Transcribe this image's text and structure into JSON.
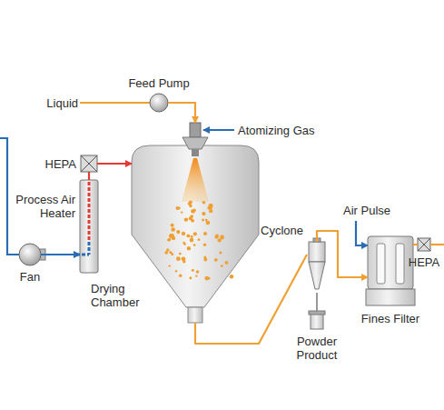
{
  "diagram": {
    "nodes": [
      {
        "text": [
          "Feed Pump"
        ]
      },
      {
        "text": [
          "HEPA"
        ]
      },
      {
        "text": [
          "Process Air Heater"
        ]
      },
      {
        "text": [
          "Fan"
        ]
      },
      {
        "text": [
          "Drying Chamber"
        ]
      },
      {
        "text": [
          "Cyclone"
        ]
      },
      {
        "text": [
          "Powder Product"
        ]
      },
      {
        "text": [
          "Fines Filter"
        ]
      },
      {
        "text": [
          "HEPA"
        ]
      }
    ],
    "edges": [
      {
        "from": 0,
        "to": 4,
        "arrow": "to"
      },
      {
        "from": 3,
        "to": 2,
        "arrow": "to"
      },
      {
        "from": 2,
        "to": 1,
        "arrow": "none"
      },
      {
        "from": 1,
        "to": 4,
        "arrow": "to"
      },
      {
        "from": 4,
        "to": 5,
        "arrow": "none"
      },
      {
        "from": 5,
        "to": 7,
        "arrow": "to"
      },
      {
        "from": 5,
        "to": 6,
        "arrow": "none"
      },
      {
        "from": 7,
        "to": 8,
        "arrow": "none"
      }
    ],
    "labels": [
      "Liquid",
      "Atomizing Gas",
      "Air Pulse"
    ]
  }
}
